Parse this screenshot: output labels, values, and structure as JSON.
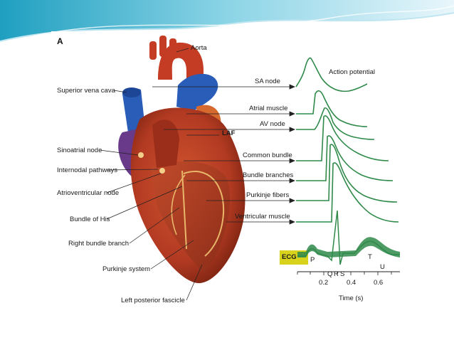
{
  "panel_letter": "A",
  "heart_labels": {
    "aorta": "Aorta",
    "superior_vena_cava": "Superior vena cava",
    "sinoatrial_node": "Sinoatrial node",
    "internodal_pathways": "Internodal pathways",
    "atrioventricular_node": "Atrioventricular node",
    "bundle_of_his": "Bundle of His",
    "right_bundle_branch": "Right bundle branch",
    "purkinje_system": "Purkinje system",
    "left_posterior_fascicle": "Left posterior fascicle",
    "laf": "LAF"
  },
  "action_potential": {
    "title": "Action potential",
    "rows": [
      "SA node",
      "Atrial muscle",
      "AV node",
      "Common bundle",
      "Bundle branches",
      "Purkinje fibers",
      "Ventricular muscle"
    ]
  },
  "ecg": {
    "label": "ECG",
    "waves": [
      "P",
      "Q",
      "R",
      "S",
      "T",
      "U"
    ],
    "ticks": [
      "0.2",
      "0.4",
      "0.6"
    ],
    "xlabel": "Time (s)"
  },
  "colors": {
    "trace": "#2f8a4a",
    "ecg_label_bg": "#d8d21c",
    "header_teal": "#3fb6cf",
    "myocardium": "#b23a22",
    "vein_blue": "#2a5db8",
    "atrium_purple": "#6a3a8a"
  }
}
